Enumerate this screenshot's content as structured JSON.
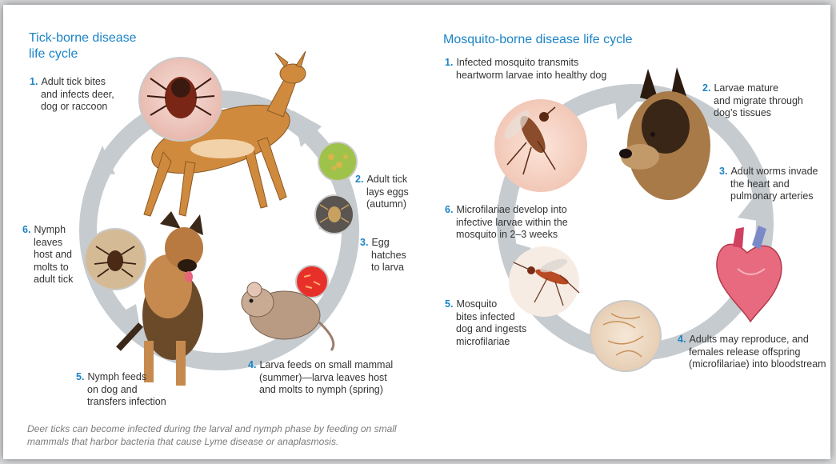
{
  "tick": {
    "title_line1": "Tick-borne disease",
    "title_line2": "life cycle",
    "steps": [
      {
        "num": "1.",
        "lines": [
          "Adult tick bites",
          "and infects deer,",
          "dog or raccoon"
        ]
      },
      {
        "num": "2.",
        "lines": [
          "Adult tick",
          "lays eggs",
          "(autumn)"
        ]
      },
      {
        "num": "3.",
        "lines": [
          "Egg",
          "hatches",
          "to larva"
        ]
      },
      {
        "num": "4.",
        "lines": [
          "Larva feeds on small mammal",
          "(summer)—larva leaves host",
          "and molts to nymph (spring)"
        ]
      },
      {
        "num": "5.",
        "lines": [
          "Nymph feeds",
          "on dog and",
          "transfers infection"
        ]
      },
      {
        "num": "6.",
        "lines": [
          "Nymph",
          "leaves",
          "host and",
          "molts to",
          "adult tick"
        ]
      }
    ],
    "footnote": "Deer ticks can become infected during the larval and nymph phase by feeding on small mammals that harbor bacteria that cause Lyme disease or anaplasmosis."
  },
  "mosquito": {
    "title": "Mosquito-borne disease life cycle",
    "steps": [
      {
        "num": "1.",
        "lines": [
          "Infected mosquito transmits",
          "heartworm larvae into healthy dog"
        ]
      },
      {
        "num": "2.",
        "lines": [
          "Larvae mature",
          "and migrate through",
          "dog’s tissues"
        ]
      },
      {
        "num": "3.",
        "lines": [
          "Adult worms invade",
          "the heart and",
          "pulmonary arteries"
        ]
      },
      {
        "num": "4.",
        "lines": [
          "Adults may reproduce, and",
          "females release offspring",
          "(microfilariae) into bloodstream"
        ]
      },
      {
        "num": "5.",
        "lines": [
          "Mosquito",
          "bites infected",
          "dog and ingests",
          "microfilariae"
        ]
      },
      {
        "num": "6.",
        "lines": [
          "Microfilariae develop into",
          "infective larvae within the",
          "mosquito in 2–3 weeks"
        ]
      }
    ]
  },
  "colors": {
    "accent": "#1c84c6",
    "arrow": "#c3c8cc",
    "text": "#333333"
  }
}
